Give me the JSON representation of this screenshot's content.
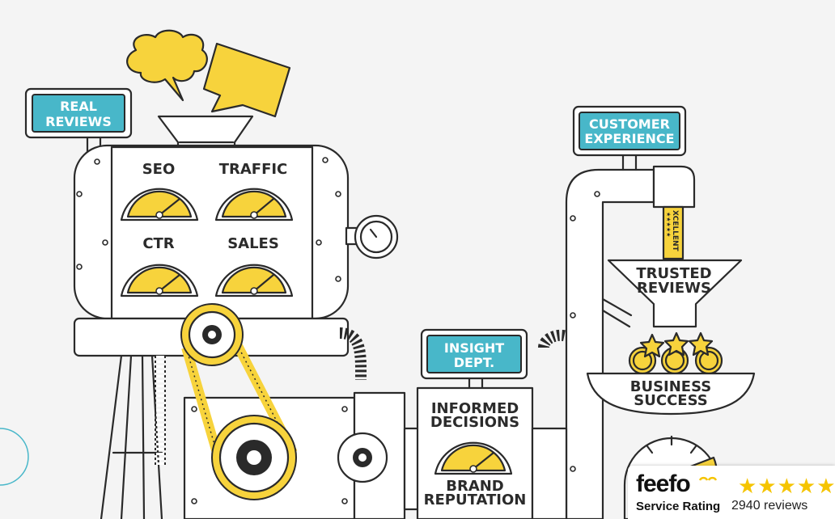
{
  "signs": {
    "real_reviews": [
      "REAL",
      "REVIEWS"
    ],
    "customer_experience": [
      "CUSTOMER",
      "EXPERIENCE"
    ],
    "insight_dept": [
      "INSIGHT",
      "DEPT."
    ]
  },
  "gauges": {
    "seo": "SEO",
    "traffic": "TRAFFIC",
    "ctr": "CTR",
    "sales": "SALES"
  },
  "stages": {
    "trusted_reviews": [
      "TRUSTED",
      "REVIEWS"
    ],
    "business_success": [
      "BUSINESS",
      "SUCCESS"
    ],
    "informed_decisions": [
      "INFORMED",
      "DECISIONS"
    ],
    "brand_reputation": [
      "BRAND",
      "REPUTATION"
    ]
  },
  "ticket_text": "XCELLENT",
  "ticket_stars": "★★★★★",
  "feefo": {
    "logo": "feefo",
    "stars": "★★★★★",
    "rating_label": "Service Rating",
    "review_count": "2940 reviews"
  },
  "colors": {
    "accent_yellow": "#f7d33c",
    "sign_teal": "#48b7c9",
    "outline": "#2a2a2a",
    "background": "#f4f4f4"
  }
}
